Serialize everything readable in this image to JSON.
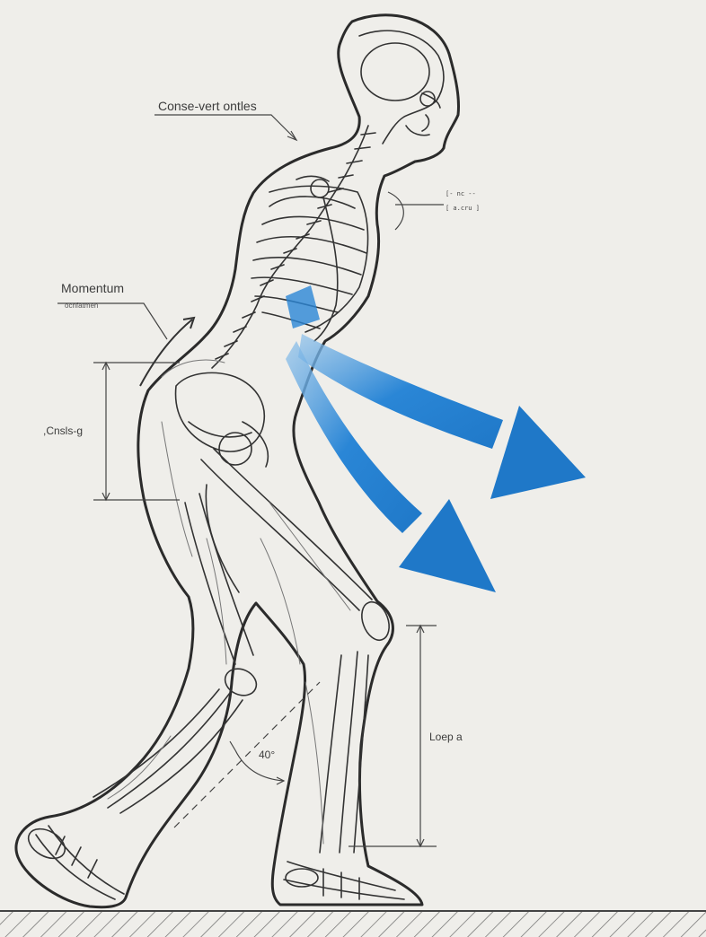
{
  "labels": {
    "top": "Conse-vert ontles",
    "momentum": "Momentum",
    "momentum_sub": "ocnfatmen",
    "side": ",Cnsls-g",
    "bracket_line1": "[- nc --",
    "bracket_line2": "[ a.cru ]",
    "angle": "40°",
    "lower": "Loep a"
  },
  "colors": {
    "background": "#efeeea",
    "line": "#2b2b2b",
    "accent_blue": "#1f78c8",
    "ground": "#555555"
  },
  "icons": {
    "arrows": "blue-force-arrows",
    "momentum_arrow": "curved-arrow"
  }
}
